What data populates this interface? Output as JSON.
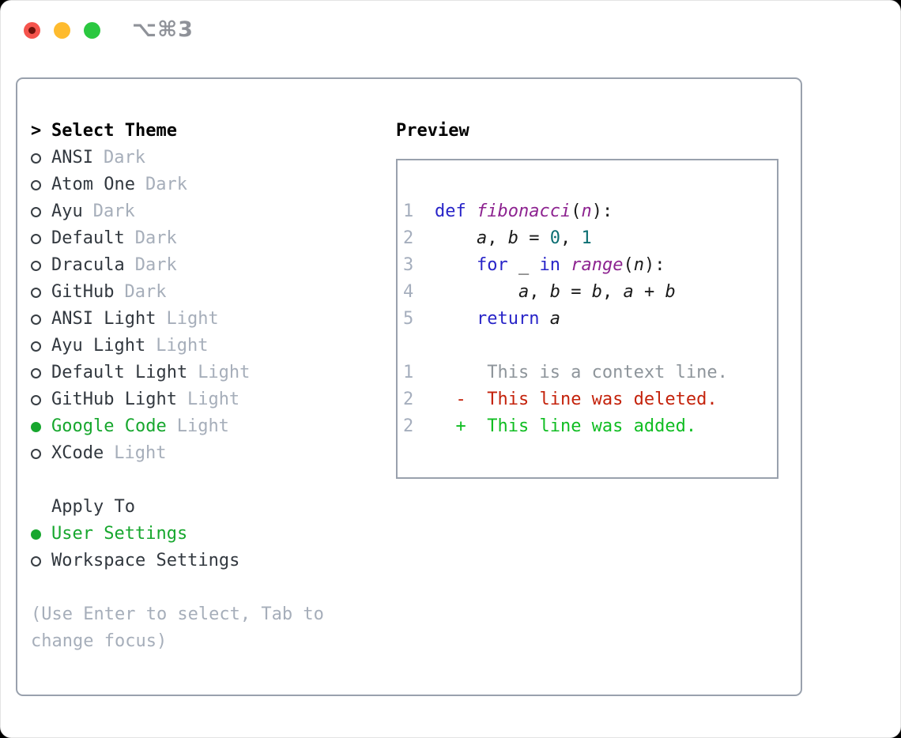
{
  "window": {
    "title_shortcut": "⌥⌘3"
  },
  "traffic_lights": [
    "close",
    "minimize",
    "zoom"
  ],
  "colors": {
    "accent_green": "#17a72e",
    "added_green": "#10bd22",
    "deleted_red": "#c4220b",
    "keyword_blue": "#2824c8",
    "function_purple": "#8d2390",
    "literal_teal": "#0b6e72",
    "muted_gray": "#a6aeba",
    "context_gray": "#8e959b",
    "line_number_gray": "#a5aebd",
    "border_gray": "#99a1ad",
    "text_dark": "#32383f",
    "traffic_red": "#f5544d",
    "traffic_yellow": "#febb2e",
    "traffic_green": "#2bc840",
    "title_gray": "#8f9299"
  },
  "theme_list": {
    "header_marker": ">",
    "header_label": "Select Theme",
    "items": [
      {
        "name": "ANSI",
        "variant": "Dark",
        "selected": false
      },
      {
        "name": "Atom One",
        "variant": "Dark",
        "selected": false
      },
      {
        "name": "Ayu",
        "variant": "Dark",
        "selected": false
      },
      {
        "name": "Default",
        "variant": "Dark",
        "selected": false
      },
      {
        "name": "Dracula",
        "variant": "Dark",
        "selected": false
      },
      {
        "name": "GitHub",
        "variant": "Dark",
        "selected": false
      },
      {
        "name": "ANSI Light",
        "variant": "Light",
        "selected": false
      },
      {
        "name": "Ayu Light",
        "variant": "Light",
        "selected": false
      },
      {
        "name": "Default Light",
        "variant": "Light",
        "selected": false
      },
      {
        "name": "GitHub Light",
        "variant": "Light",
        "selected": false
      },
      {
        "name": "Google Code",
        "variant": "Light",
        "selected": true
      },
      {
        "name": "XCode",
        "variant": "Light",
        "selected": false
      }
    ]
  },
  "apply_to": {
    "header": "Apply To",
    "options": [
      {
        "name": "User Settings",
        "selected": true
      },
      {
        "name": "Workspace Settings",
        "selected": false
      }
    ]
  },
  "help_text": "(Use Enter to select, Tab to change focus)",
  "preview": {
    "title": "Preview",
    "lines": [
      {
        "num": "1",
        "segments": [
          [
            "kw",
            "def"
          ],
          [
            "pl",
            " "
          ],
          [
            "fn",
            "fibonacci"
          ],
          [
            "pl",
            "("
          ],
          [
            "pm",
            "n"
          ],
          [
            "pl",
            "):"
          ]
        ]
      },
      {
        "num": "2",
        "segments": [
          [
            "pl",
            "    "
          ],
          [
            "id",
            "a"
          ],
          [
            "pl",
            ", "
          ],
          [
            "id",
            "b"
          ],
          [
            "pl",
            " = "
          ],
          [
            "lit",
            "0"
          ],
          [
            "pl",
            ", "
          ],
          [
            "lit",
            "1"
          ]
        ]
      },
      {
        "num": "3",
        "segments": [
          [
            "pl",
            "    "
          ],
          [
            "kw",
            "for"
          ],
          [
            "pl",
            " _ "
          ],
          [
            "kw",
            "in"
          ],
          [
            "pl",
            " "
          ],
          [
            "fn",
            "range"
          ],
          [
            "pl",
            "("
          ],
          [
            "id",
            "n"
          ],
          [
            "pl",
            "):"
          ]
        ]
      },
      {
        "num": "4",
        "segments": [
          [
            "pl",
            "        "
          ],
          [
            "id",
            "a"
          ],
          [
            "pl",
            ", "
          ],
          [
            "id",
            "b"
          ],
          [
            "pl",
            " = "
          ],
          [
            "id",
            "b"
          ],
          [
            "pl",
            ", "
          ],
          [
            "id",
            "a"
          ],
          [
            "pl",
            " + "
          ],
          [
            "id",
            "b"
          ]
        ]
      },
      {
        "num": "5",
        "segments": [
          [
            "pl",
            "    "
          ],
          [
            "kw",
            "return"
          ],
          [
            "pl",
            " "
          ],
          [
            "id",
            "a"
          ]
        ]
      },
      {
        "num": "",
        "segments": []
      },
      {
        "num": "1",
        "segments": [
          [
            "ctx",
            "     This is a context line."
          ]
        ]
      },
      {
        "num": "2",
        "segments": [
          [
            "pl",
            "  "
          ],
          [
            "del",
            "-  This line was deleted."
          ]
        ]
      },
      {
        "num": "2",
        "segments": [
          [
            "pl",
            "  "
          ],
          [
            "add",
            "+  This line was added."
          ]
        ]
      }
    ]
  }
}
